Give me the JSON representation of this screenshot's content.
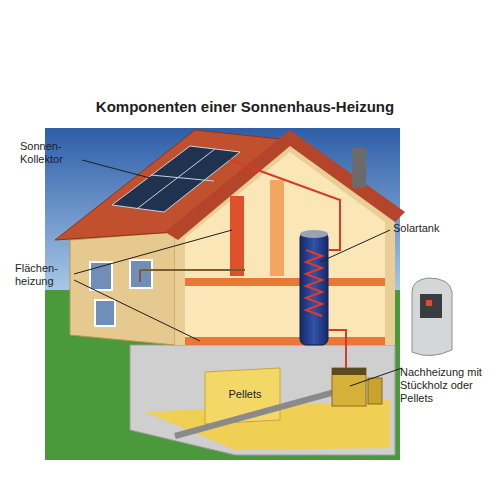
{
  "diagram": {
    "title": "Komponenten einer Sonnenhaus-Heizung",
    "labels": [
      "Sonnen- Kollektor",
      "Solartank",
      "Flächen- heizung",
      "Pellets",
      "Nachheizung mit Stückholz oder Pellets"
    ]
  }
}
